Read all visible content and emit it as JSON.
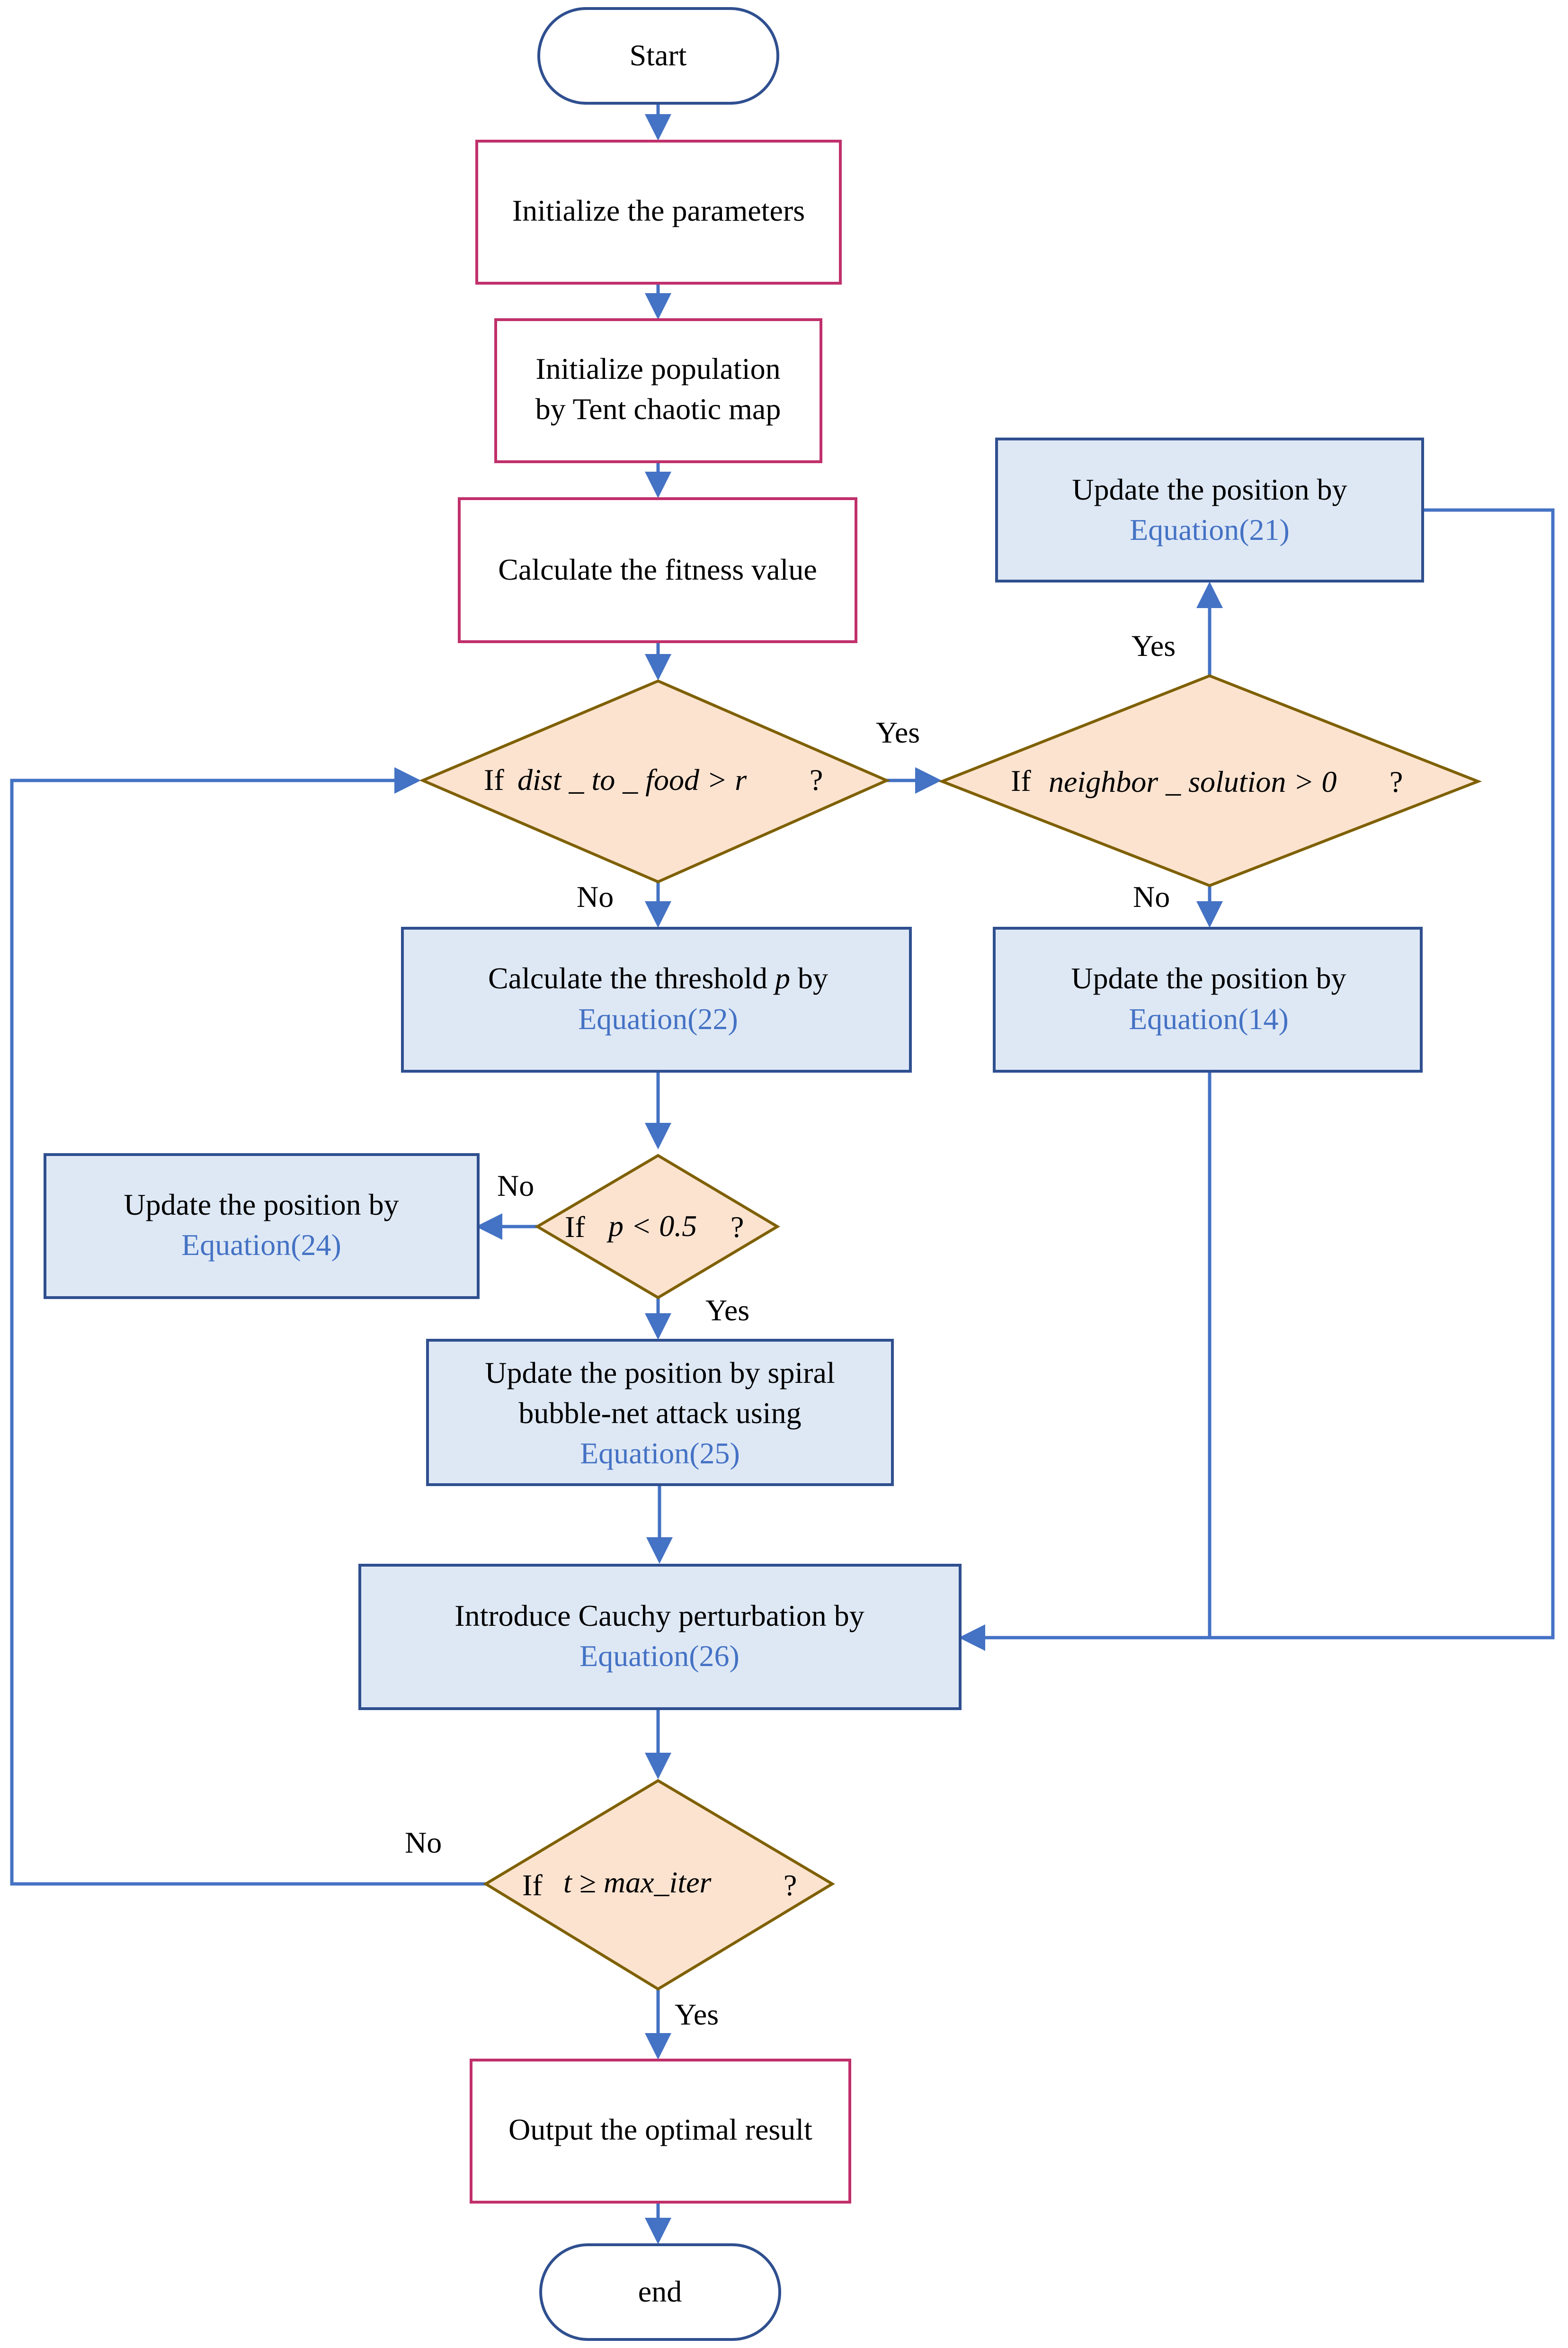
{
  "start": "Start",
  "end": "end",
  "init_params": "Initialize the parameters",
  "init_pop_line1": "Initialize population",
  "init_pop_line2": "by Tent chaotic map",
  "calc_fitness": "Calculate the fitness value",
  "decision_dist": {
    "prefix": "If",
    "expr": "dist _ to _ food > r",
    "suffix": "?"
  },
  "decision_neighbor": {
    "prefix": "If",
    "expr": "neighbor _ solution > 0",
    "suffix": "?"
  },
  "decision_p": {
    "prefix": "If",
    "expr": "p < 0.5",
    "suffix": "?"
  },
  "decision_iter": {
    "prefix": "If",
    "expr_t": "t ≥ max_",
    "expr_iter": "iter",
    "suffix": "?"
  },
  "update_eq21": {
    "line1": "Update the position by",
    "eq": "Equation(21)"
  },
  "update_eq14": {
    "line1": "Update the position by",
    "eq": "Equation(14)"
  },
  "calc_threshold": {
    "line1_a": "Calculate the threshold",
    "line1_p": "p",
    "line1_b": "by",
    "eq": "Equation(22)"
  },
  "update_eq24": {
    "line1": "Update the position by",
    "eq": "Equation(24)"
  },
  "spiral": {
    "line1": "Update the position by spiral",
    "line2": "bubble-net attack using",
    "eq": "Equation(25)"
  },
  "cauchy": {
    "line1": "Introduce Cauchy perturbation by",
    "eq": "Equation(26)"
  },
  "output": "Output the optimal result",
  "labels": {
    "yes_dist": "Yes",
    "no_dist": "No",
    "yes_neighbor": "Yes",
    "no_neighbor": "No",
    "no_p": "No",
    "yes_p": "Yes",
    "no_iter": "No",
    "yes_iter": "Yes"
  },
  "colors": {
    "connector": "#4472C4",
    "red_border": "#C0306B",
    "blue_fill": "#DEE8F5",
    "blue_border": "#2F4F8F",
    "diamond_fill": "#FBE3D0",
    "diamond_border": "#7F6000",
    "equation_text": "#4472C4"
  }
}
